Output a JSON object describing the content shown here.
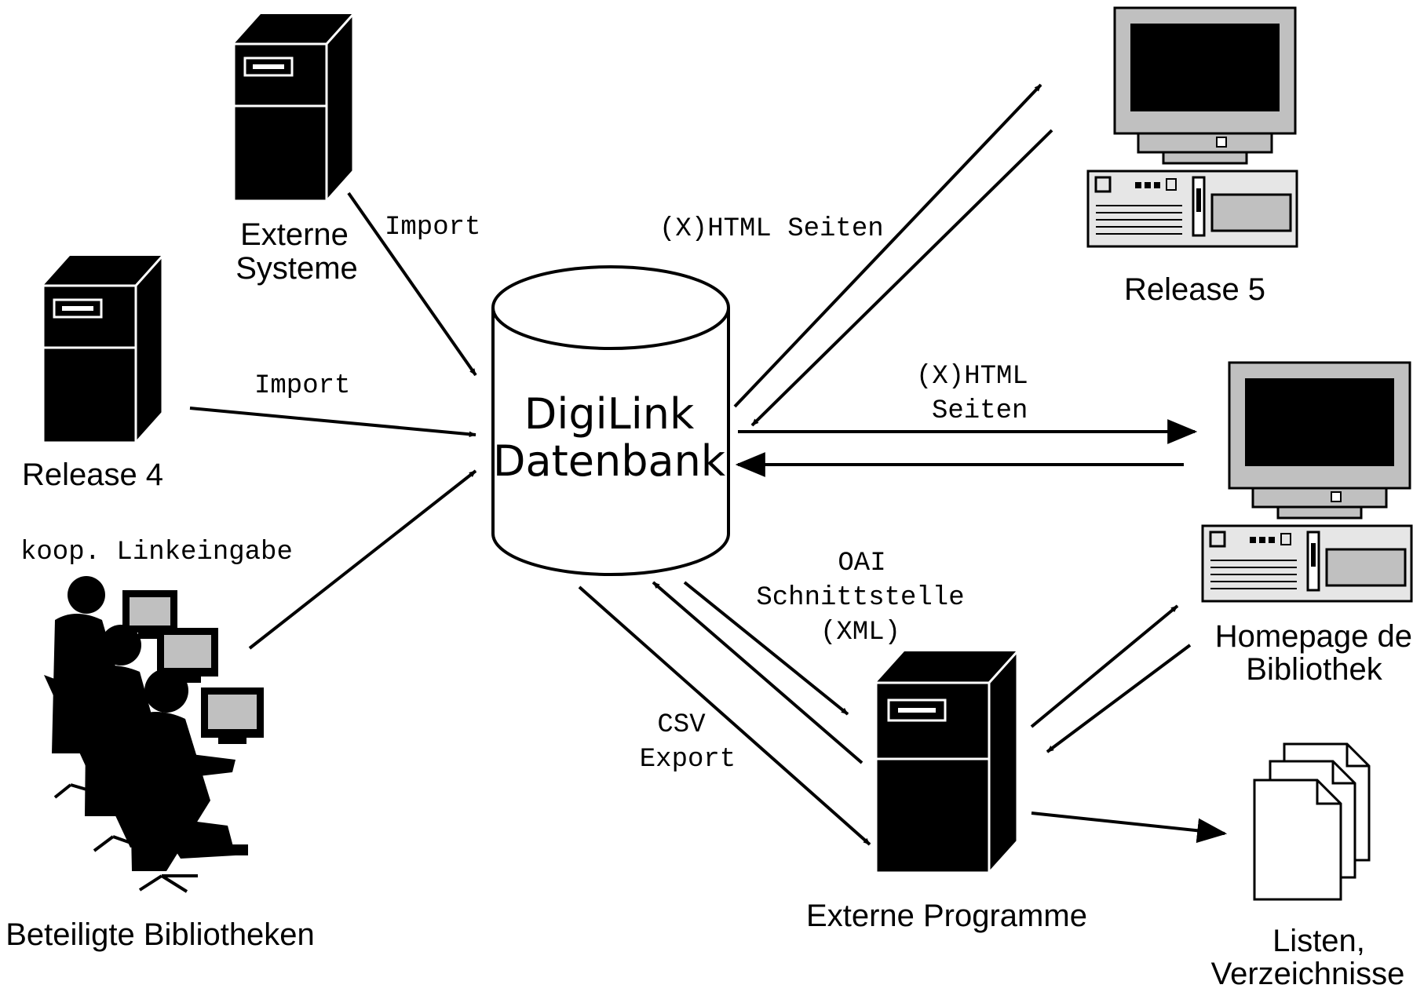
{
  "diagram": {
    "database": {
      "line1": "DigiLink",
      "line2": "Datenbank"
    },
    "nodes": {
      "external_systems": {
        "line1": "Externe",
        "line2": "Systeme"
      },
      "release4": {
        "label": "Release 4"
      },
      "libraries": {
        "label": "Beteiligte Bibliotheken"
      },
      "release5": {
        "label": "Release 5"
      },
      "homepage": {
        "line1": "Homepage der",
        "line2": "Bibliothek"
      },
      "external_programs": {
        "label": "Externe Programme"
      },
      "lists": {
        "line1": "Listen,",
        "line2": "Verzeichnisse"
      }
    },
    "flows": {
      "import_external": "Import",
      "import_release4": "Import",
      "coop_input": "koop. Linkeingabe",
      "html_release5": "(X)HTML Seiten",
      "html_homepage_line1": "(X)HTML",
      "html_homepage_line2": "Seiten",
      "oai_line1": "OAI",
      "oai_line2": "Schnittstelle",
      "oai_line3": "(XML)",
      "csv_line1": "CSV",
      "csv_line2": "Export"
    },
    "colors": {
      "ink": "#000000",
      "monitor_gray": "#c0c0c0",
      "paper": "#ffffff"
    }
  }
}
